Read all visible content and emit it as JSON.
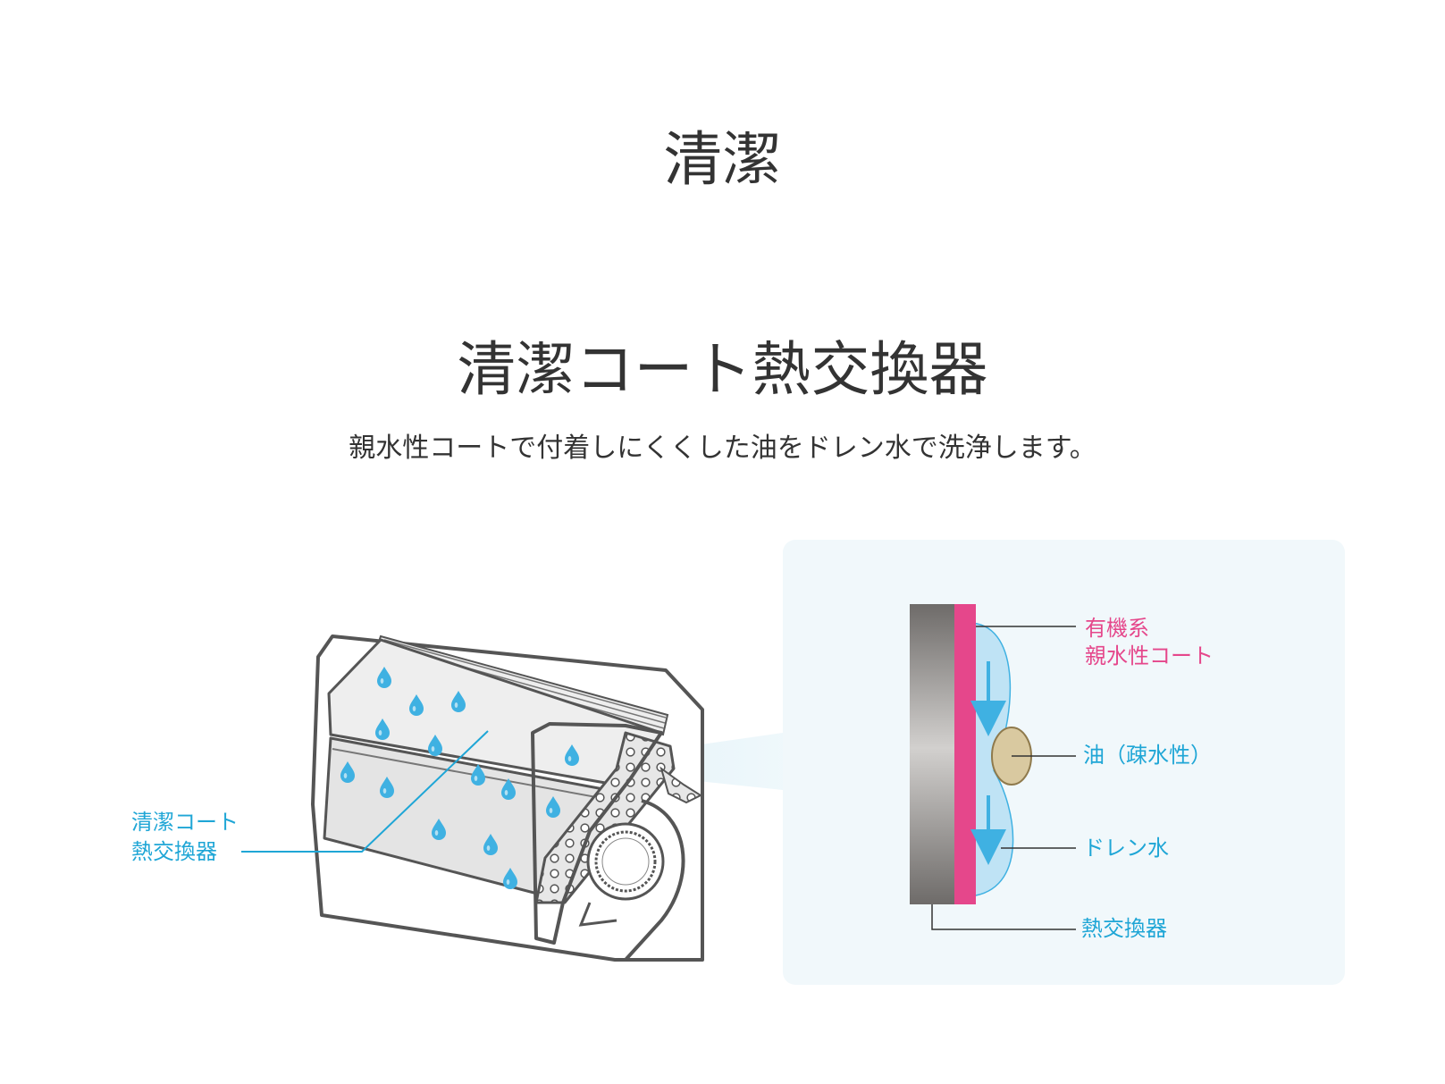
{
  "section_title": "清潔",
  "heading": "清潔コート熱交換器",
  "lead": "親水性コートで付着しにくくした油をドレン水で洗浄します。",
  "unit_diagram": {
    "label_line1": "清潔コート",
    "label_line2": "熱交換器"
  },
  "detail_diagram": {
    "coat_label_line1": "有機系",
    "coat_label_line2": "親水性コート",
    "oil_label": "油（疎水性）",
    "drain_label": "ドレン水",
    "exchanger_label": "熱交換器"
  },
  "colors": {
    "text": "#333333",
    "accent_blue": "#1fa6d6",
    "accent_pink": "#e5478b",
    "panel_bg": "#f1f8fb",
    "outline": "#555555",
    "oil": "#d9c9a0"
  }
}
